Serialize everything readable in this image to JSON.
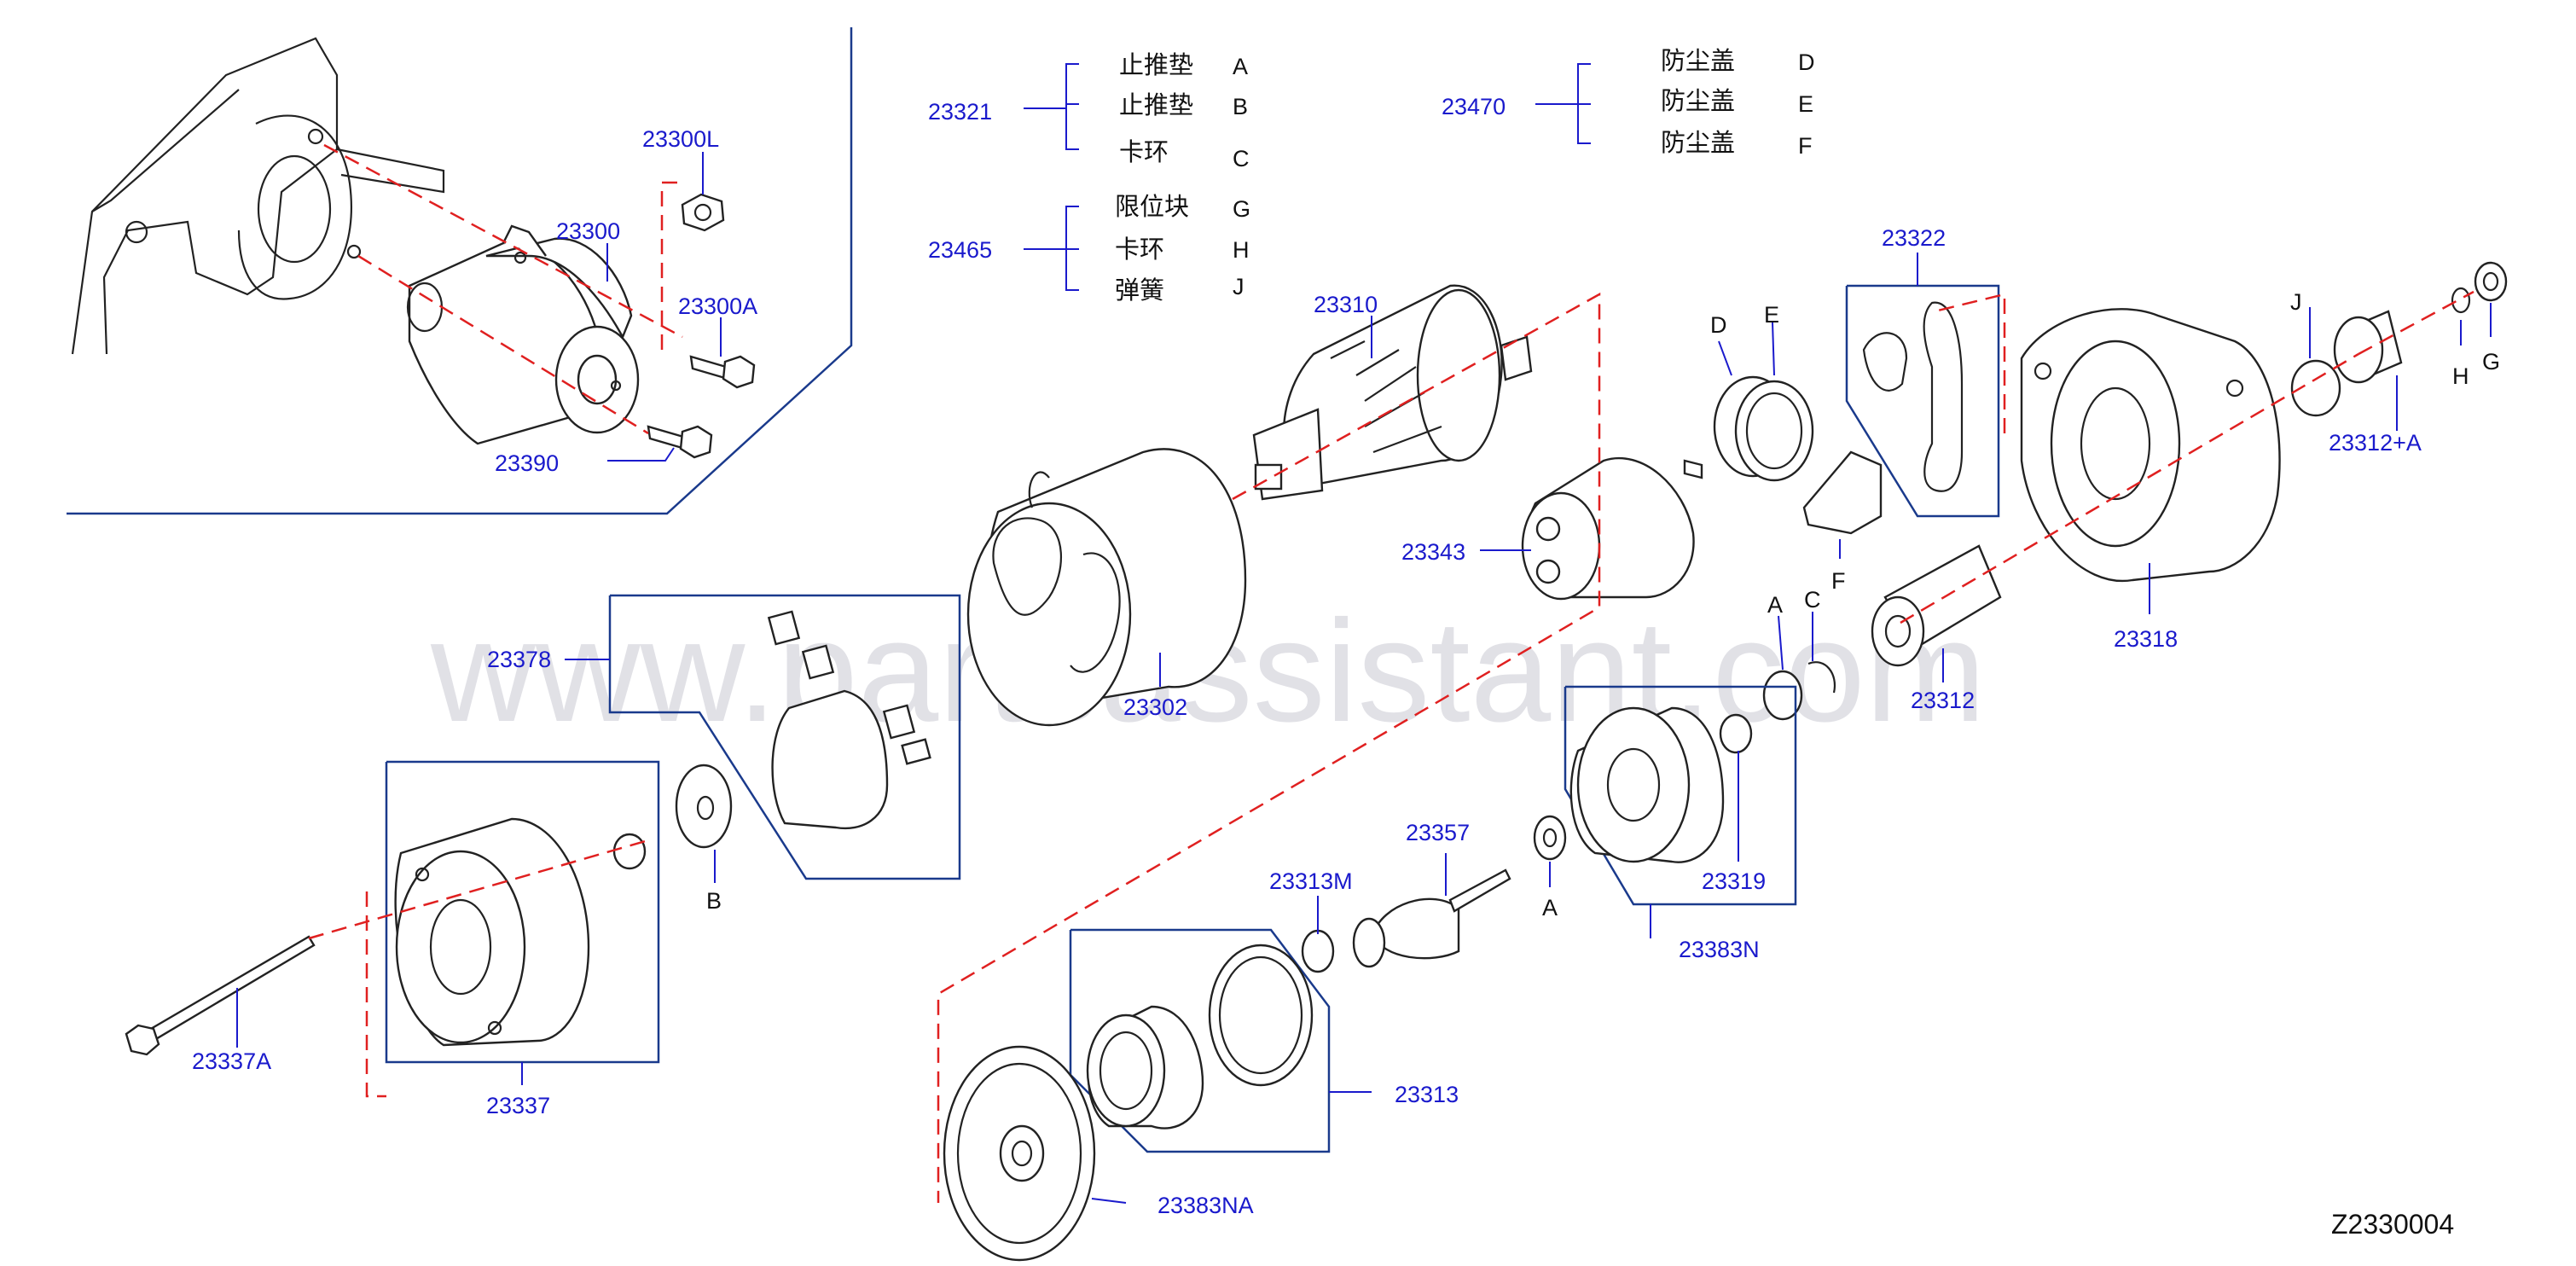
{
  "watermark": "www.partsassistant.com",
  "diagram_code": "Z2330004",
  "groups": [
    {
      "code": "23321",
      "items": [
        {
          "name": "止推垫",
          "letter": "A"
        },
        {
          "name": "止推垫",
          "letter": "B"
        },
        {
          "name": "卡环",
          "letter": "C"
        }
      ]
    },
    {
      "code": "23465",
      "items": [
        {
          "name": "限位块",
          "letter": "G"
        },
        {
          "name": "卡环",
          "letter": "H"
        },
        {
          "name": "弹簧",
          "letter": "J"
        }
      ]
    },
    {
      "code": "23470",
      "items": [
        {
          "name": "防尘盖",
          "letter": "D"
        },
        {
          "name": "防尘盖",
          "letter": "E"
        },
        {
          "name": "防尘盖",
          "letter": "F"
        }
      ]
    }
  ],
  "parts": {
    "p23300L": "23300L",
    "p23300": "23300",
    "p23300A": "23300A",
    "p23390": "23390",
    "p23310": "23310",
    "p23322": "23322",
    "p23343": "23343",
    "p23302": "23302",
    "p23378": "23378",
    "p23312A": "23312+A",
    "p23318": "23318",
    "p23312": "23312",
    "p23319": "23319",
    "p23383N": "23383N",
    "p23357": "23357",
    "p23313M": "23313M",
    "p23313": "23313",
    "p23383NA": "23383NA",
    "p23337A": "23337A",
    "p23337": "23337"
  },
  "letters": {
    "D": "D",
    "E": "E",
    "F": "F",
    "J": "J",
    "H": "H",
    "G": "G",
    "A1": "A",
    "C": "C",
    "A2": "A",
    "B": "B"
  }
}
